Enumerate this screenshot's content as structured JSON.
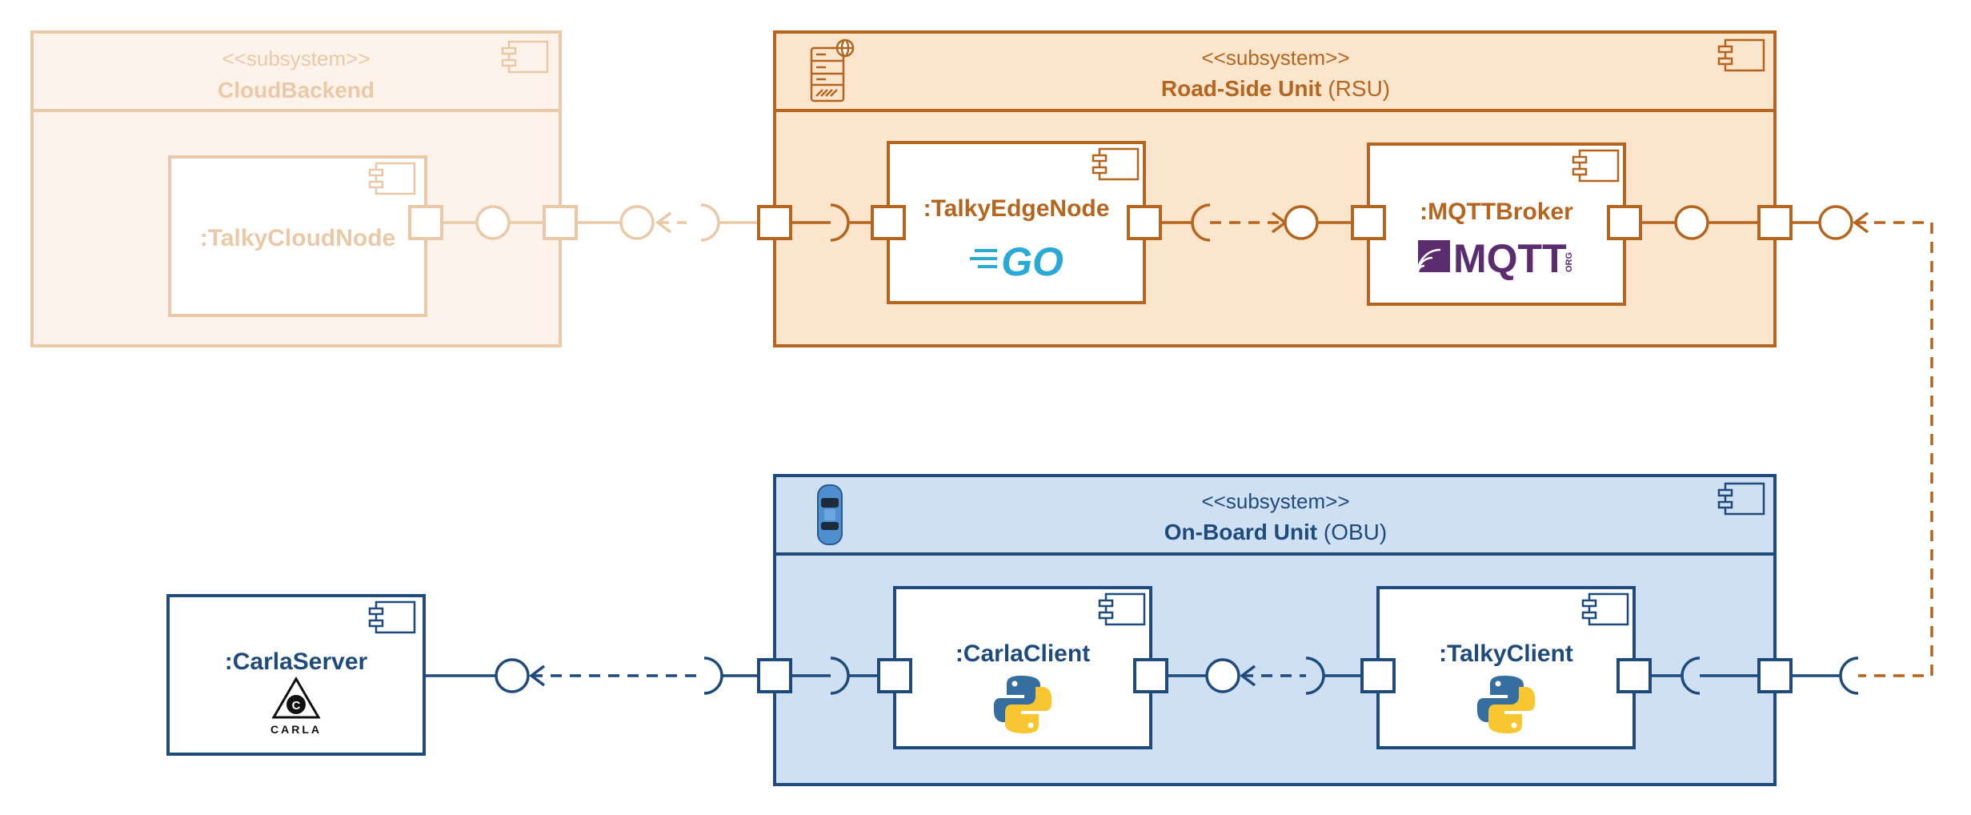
{
  "colors": {
    "rsu_stroke": "#b5651d",
    "rsu_fill": "#fbe5cd",
    "cloud_stroke": "#e9c9a8",
    "cloud_fill": "#fdf3ea",
    "obu_stroke": "#1e4a7c",
    "obu_fill": "#cfe0f2",
    "go_blue": "#29a9d6",
    "mqtt_purple": "#5c2d6e",
    "python_blue": "#366f9f",
    "python_yellow": "#f7c631"
  },
  "subsystems": {
    "cloud": {
      "stereotype": "<<subsystem>>",
      "name": "CloudBackend"
    },
    "rsu": {
      "stereotype": "<<subsystem>>",
      "name": "Road-Side Unit",
      "abbr": "(RSU)",
      "icon": "server-globe-icon"
    },
    "obu": {
      "stereotype": "<<subsystem>>",
      "name": "On-Board Unit",
      "abbr": "(OBU)",
      "icon": "car-icon"
    }
  },
  "components": {
    "talky_cloud_node": {
      "name": ":TalkyCloudNode"
    },
    "talky_edge_node": {
      "name": ":TalkyEdgeNode",
      "logo": "GO"
    },
    "mqtt_broker": {
      "name": ":MQTTBroker",
      "logo": "MQTT",
      "logo_suffix": "ORG"
    },
    "carla_server": {
      "name": ":CarlaServer",
      "logo": "CARLA"
    },
    "carla_client": {
      "name": ":CarlaClient",
      "logo": "python-logo-icon"
    },
    "talky_client": {
      "name": ":TalkyClient",
      "logo": "python-logo-icon"
    }
  }
}
